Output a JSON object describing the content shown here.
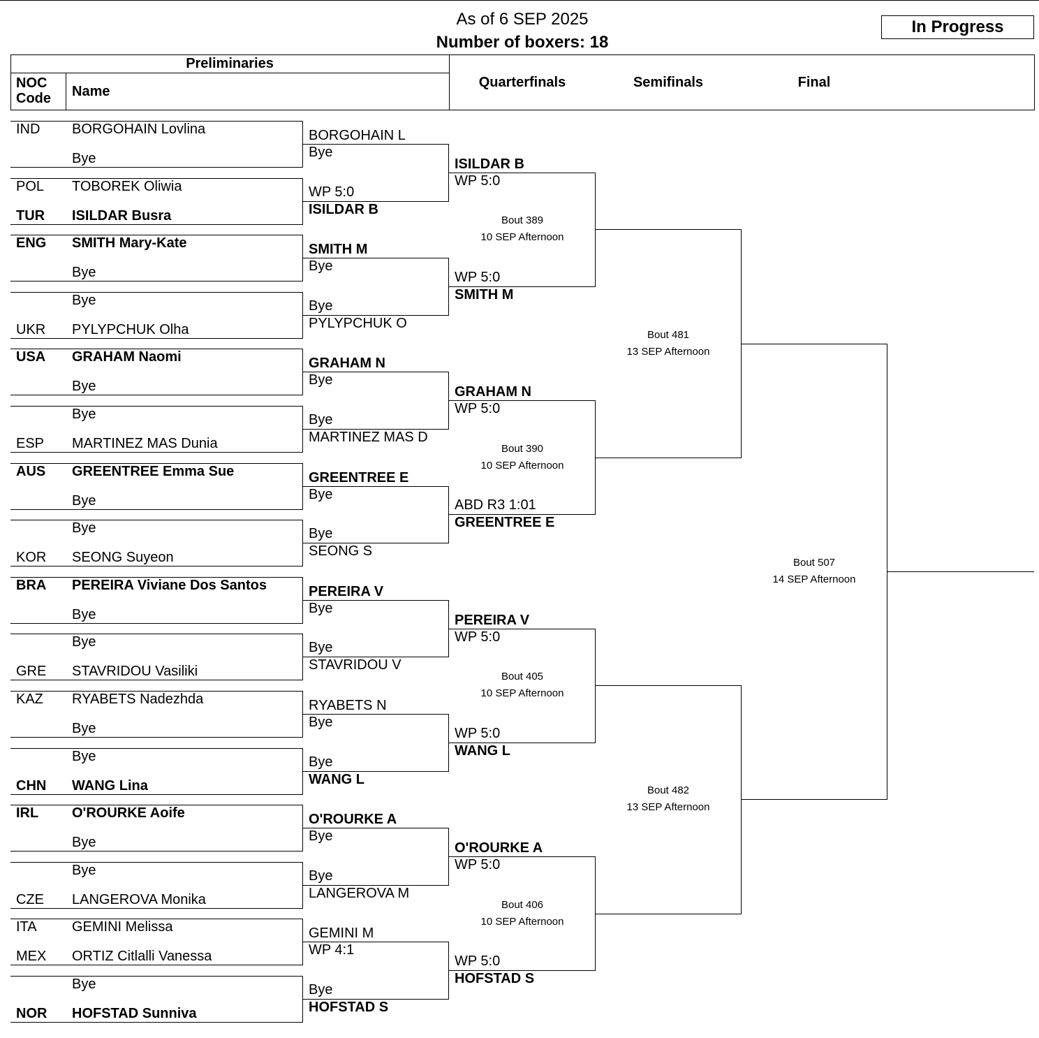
{
  "header": {
    "as_of": "As of 6 SEP 2025",
    "count": "Number of boxers: 18",
    "status": "In Progress"
  },
  "columns": {
    "prelims": "Preliminaries",
    "noc_line1": "NOC",
    "noc_line2": "Code",
    "name": "Name",
    "qf": "Quarterfinals",
    "sf": "Semifinals",
    "final": "Final"
  },
  "entries": [
    {
      "noc": "IND",
      "name": "BORGOHAIN Lovlina",
      "winner": false
    },
    {
      "noc": "",
      "name": "Bye",
      "winner": false
    },
    {
      "noc": "POL",
      "name": "TOBOREK Oliwia",
      "winner": false
    },
    {
      "noc": "TUR",
      "name": "ISILDAR Busra",
      "winner": true
    },
    {
      "noc": "ENG",
      "name": "SMITH Mary-Kate",
      "winner": true
    },
    {
      "noc": "",
      "name": "Bye",
      "winner": false
    },
    {
      "noc": "",
      "name": "Bye",
      "winner": false
    },
    {
      "noc": "UKR",
      "name": "PYLYPCHUK Olha",
      "winner": false
    },
    {
      "noc": "USA",
      "name": "GRAHAM Naomi",
      "winner": true
    },
    {
      "noc": "",
      "name": "Bye",
      "winner": false
    },
    {
      "noc": "",
      "name": "Bye",
      "winner": false
    },
    {
      "noc": "ESP",
      "name": "MARTINEZ MAS Dunia",
      "winner": false
    },
    {
      "noc": "AUS",
      "name": "GREENTREE Emma Sue",
      "winner": true
    },
    {
      "noc": "",
      "name": "Bye",
      "winner": false
    },
    {
      "noc": "",
      "name": "Bye",
      "winner": false
    },
    {
      "noc": "KOR",
      "name": "SEONG Suyeon",
      "winner": false
    },
    {
      "noc": "BRA",
      "name": "PEREIRA Viviane Dos Santos",
      "winner": true
    },
    {
      "noc": "",
      "name": "Bye",
      "winner": false
    },
    {
      "noc": "",
      "name": "Bye",
      "winner": false
    },
    {
      "noc": "GRE",
      "name": "STAVRIDOU Vasiliki",
      "winner": false
    },
    {
      "noc": "KAZ",
      "name": "RYABETS Nadezhda",
      "winner": false
    },
    {
      "noc": "",
      "name": "Bye",
      "winner": false
    },
    {
      "noc": "",
      "name": "Bye",
      "winner": false
    },
    {
      "noc": "CHN",
      "name": "WANG Lina",
      "winner": true
    },
    {
      "noc": "IRL",
      "name": "O'ROURKE Aoife",
      "winner": true
    },
    {
      "noc": "",
      "name": "Bye",
      "winner": false
    },
    {
      "noc": "",
      "name": "Bye",
      "winner": false
    },
    {
      "noc": "CZE",
      "name": "LANGEROVA Monika",
      "winner": false
    },
    {
      "noc": "ITA",
      "name": "GEMINI Melissa",
      "winner": false
    },
    {
      "noc": "MEX",
      "name": "ORTIZ Citlalli Vanessa",
      "winner": false
    },
    {
      "noc": "",
      "name": "Bye",
      "winner": false
    },
    {
      "noc": "NOR",
      "name": "HOFSTAD Sunniva",
      "winner": true
    }
  ],
  "round2": [
    {
      "top": "BORGOHAIN L",
      "top_bold": false,
      "res_top": "Bye",
      "res_bot": "WP 5:0",
      "bot": "ISILDAR B",
      "bot_bold": true
    },
    {
      "top": "SMITH M",
      "top_bold": true,
      "res_top": "Bye",
      "res_bot": "Bye",
      "bot": "PYLYPCHUK O",
      "bot_bold": false
    },
    {
      "top": "GRAHAM N",
      "top_bold": true,
      "res_top": "Bye",
      "res_bot": "Bye",
      "bot": "MARTINEZ MAS D",
      "bot_bold": false
    },
    {
      "top": "GREENTREE E",
      "top_bold": true,
      "res_top": "Bye",
      "res_bot": "Bye",
      "bot": "SEONG S",
      "bot_bold": false
    },
    {
      "top": "PEREIRA V",
      "top_bold": true,
      "res_top": "Bye",
      "res_bot": "Bye",
      "bot": "STAVRIDOU V",
      "bot_bold": false
    },
    {
      "top": "RYABETS N",
      "top_bold": false,
      "res_top": "Bye",
      "res_bot": "Bye",
      "bot": "WANG L",
      "bot_bold": true
    },
    {
      "top": "O'ROURKE A",
      "top_bold": true,
      "res_top": "Bye",
      "res_bot": "Bye",
      "bot": "LANGEROVA M",
      "bot_bold": false
    },
    {
      "top": "GEMINI M",
      "top_bold": false,
      "res_top": "WP 4:1",
      "res_bot": "Bye",
      "bot": "HOFSTAD S",
      "bot_bold": true
    }
  ],
  "quarterfinals": [
    {
      "top": "ISILDAR B",
      "res_top": "WP 5:0",
      "res_bot": "WP 5:0",
      "bot": "SMITH M",
      "bout": "Bout  389",
      "when": "10 SEP Afternoon"
    },
    {
      "top": "GRAHAM N",
      "res_top": "WP 5:0",
      "res_bot": "ABD R3 1:01",
      "bot": "GREENTREE E",
      "bout": "Bout  390",
      "when": "10 SEP Afternoon"
    },
    {
      "top": "PEREIRA V",
      "res_top": "WP 5:0",
      "res_bot": "WP 5:0",
      "bot": "WANG L",
      "bout": "Bout  405",
      "when": "10 SEP Afternoon"
    },
    {
      "top": "O'ROURKE A",
      "res_top": "WP 5:0",
      "res_bot": "WP 5:0",
      "bot": "HOFSTAD S",
      "bout": "Bout  406",
      "when": "10 SEP Afternoon"
    }
  ],
  "semifinals": [
    {
      "bout": "Bout  481",
      "when": "13 SEP Afternoon"
    },
    {
      "bout": "Bout  482",
      "when": "13 SEP Afternoon"
    }
  ],
  "final": {
    "bout": "Bout  507",
    "when": "14 SEP Afternoon"
  }
}
